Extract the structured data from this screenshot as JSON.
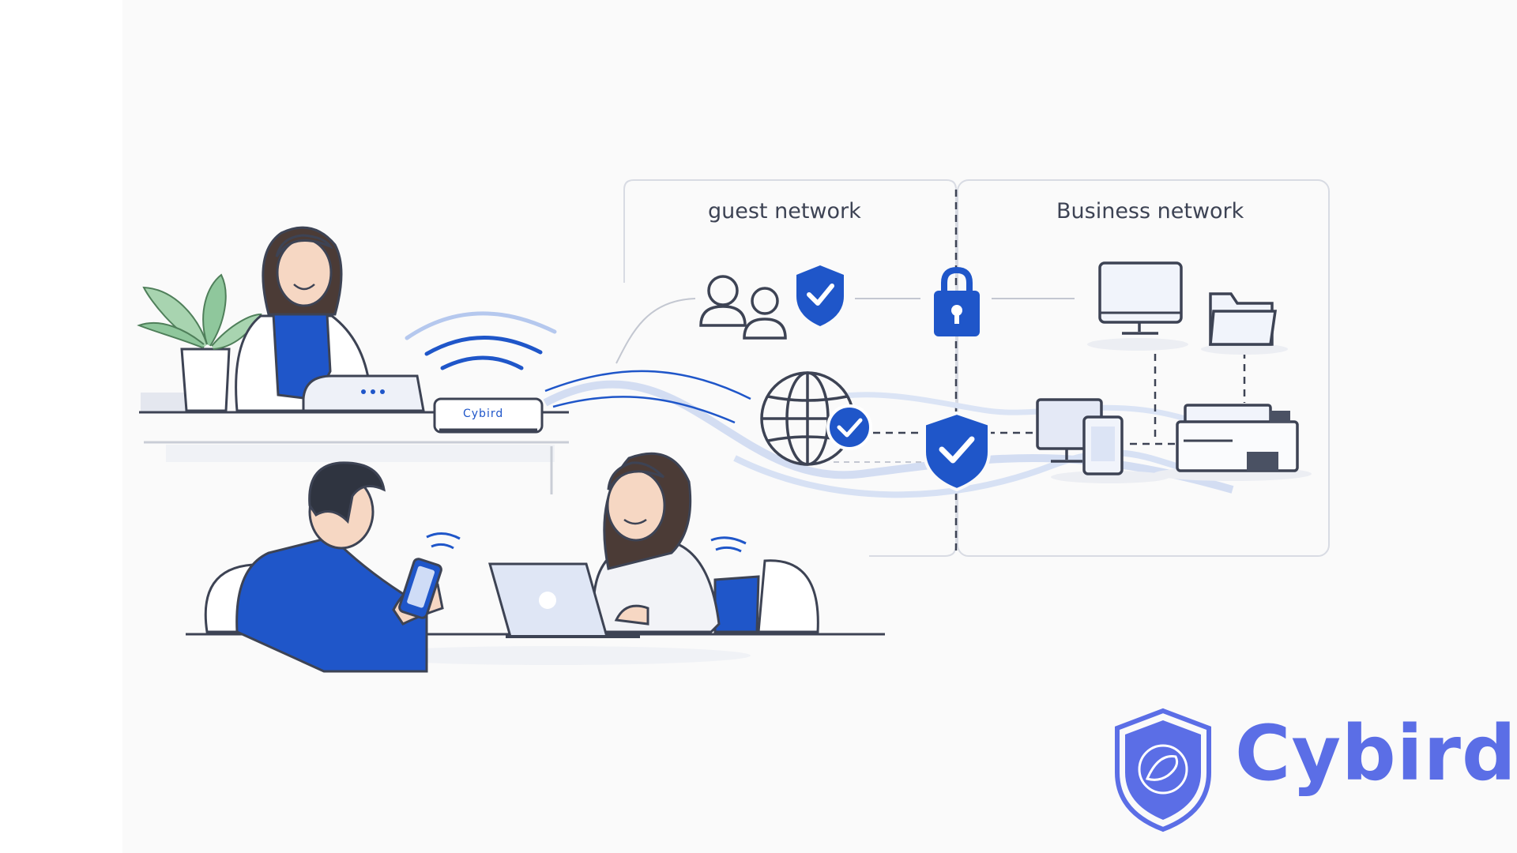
{
  "zones": {
    "guest_label": "guest network",
    "business_label": "Business network"
  },
  "router": {
    "label": "Cybird"
  },
  "brand": {
    "name": "Cybird"
  },
  "colors": {
    "primary": "#1f56c9",
    "brand": "#5b6ee6",
    "outline": "#3d4354",
    "light": "#dfe6f5",
    "plant": "#7fbf8c"
  },
  "icons": [
    "users-icon",
    "shield-check-icon",
    "lock-icon",
    "monitor-icon",
    "folder-icon",
    "globe-icon",
    "devices-icon",
    "printer-icon",
    "wifi-signal-icon",
    "plant-icon",
    "laptop-icon",
    "phone-icon",
    "brand-shield-icon"
  ]
}
